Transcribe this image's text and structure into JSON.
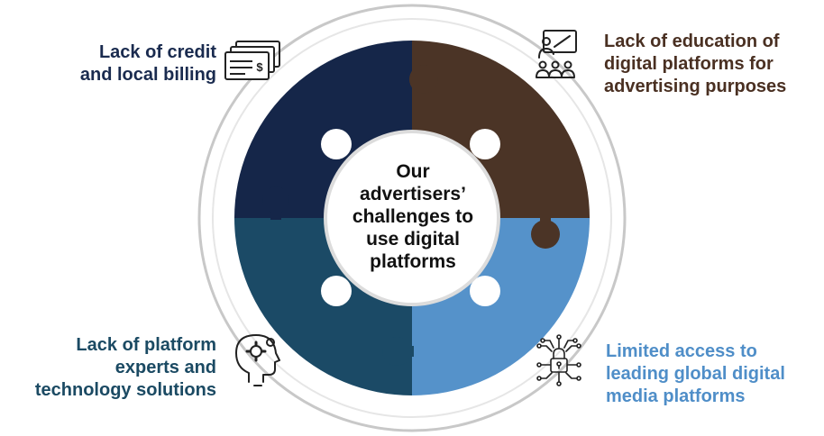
{
  "center": {
    "lines": [
      "Our",
      "advertisers’",
      "challenges to",
      "use digital",
      "platforms"
    ]
  },
  "challenges": [
    {
      "position": "top-left",
      "lines": [
        "Lack of credit",
        "and local billing"
      ],
      "icon": "credit-card-billing-icon",
      "color": "#152649"
    },
    {
      "position": "top-right",
      "lines": [
        "Lack of education of",
        "digital platforms for",
        "advertising purposes"
      ],
      "icon": "classroom-teacher-icon",
      "color": "#4b3426"
    },
    {
      "position": "bottom-left",
      "lines": [
        "Lack of platform",
        "experts and",
        "technology solutions"
      ],
      "icon": "gear-head-icon",
      "color": "#1b4a66"
    },
    {
      "position": "bottom-right",
      "lines": [
        "Limited access to",
        "leading global digital",
        "media platforms"
      ],
      "icon": "circuit-lock-icon",
      "color": "#5592ca"
    }
  ]
}
